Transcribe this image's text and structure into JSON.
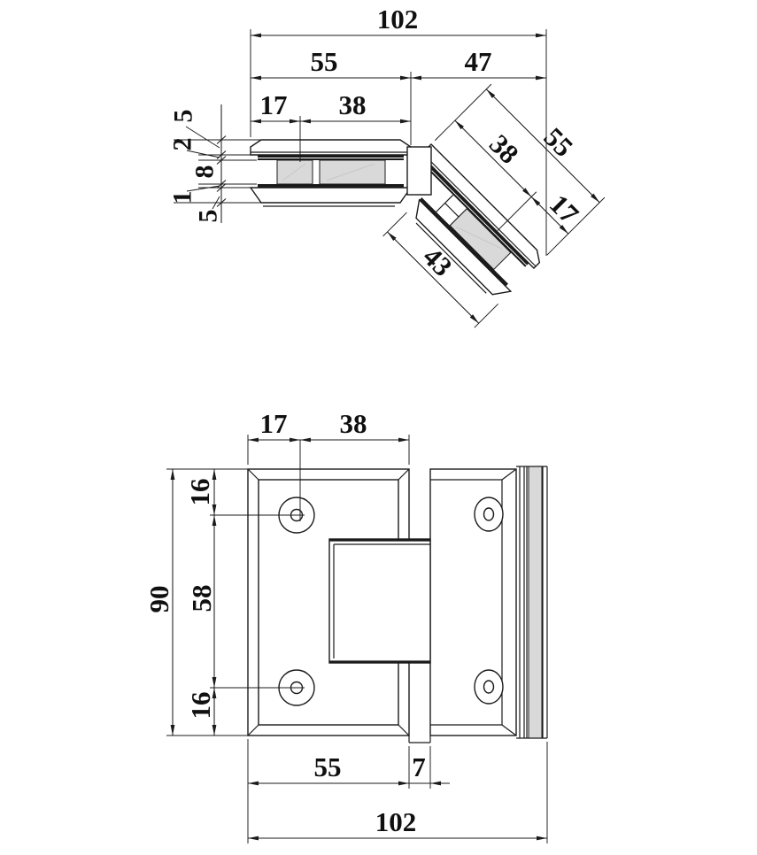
{
  "drawing": {
    "type": "hinge-engineering-drawing",
    "line_color": "#1b1b1b",
    "glass_fill": "#d9d9d9",
    "background": "#ffffff"
  },
  "top_view": {
    "overall_width": "102",
    "fixed_leaf_length": "55",
    "angled_leaf_span": "47",
    "edge_to_hole": "17",
    "hole_to_knuckle": "38",
    "thickness_stack": {
      "cover_plate": "5",
      "gasket_top": "2",
      "glass_thickness": "8",
      "gasket_bottom": "1",
      "base_plate": "5"
    },
    "angled_leaf": {
      "hole_to_knuckle": "38",
      "leaf_length": "55",
      "edge_to_hole": "17",
      "inner_plate_length": "43"
    }
  },
  "front_view": {
    "edge_to_hole": "17",
    "hole_to_edge": "38",
    "top_margin": "16",
    "hole_spacing": "58",
    "bottom_margin": "16",
    "plate_height": "90",
    "plate_width": "55",
    "knuckle_gap": "7",
    "overall_width": "102"
  }
}
